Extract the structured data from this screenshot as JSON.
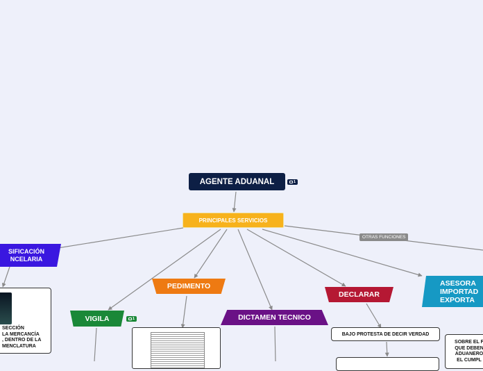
{
  "central": {
    "label": "AGENTE ADUANAL",
    "note_count": "1"
  },
  "main_topic": {
    "label": "PRINCIPALES SERVICIOS"
  },
  "relationship": {
    "label": "OTRAS FUNCIONES"
  },
  "topics": {
    "clasificacion": {
      "label_line1": "SIFICACIÓN",
      "label_line2": "NCELARIA"
    },
    "pedimento": {
      "label": "PEDIMENTO"
    },
    "vigila": {
      "label": "VIGILA",
      "note_count": "1"
    },
    "dictamen": {
      "label": "DICTAMEN TECNICO"
    },
    "declarar": {
      "label": "DECLARAR"
    },
    "asesora": {
      "label_line1": "ASESORA",
      "label_line2": "IMPORTAD",
      "label_line3": "EXPORTA"
    }
  },
  "subtopics": {
    "clasificacion_box": {
      "line1": "SECCIÓN",
      "line2": "LA MERCANCÍA",
      "line3": ", DENTRO DE LA",
      "line4": "MENCLATURA"
    },
    "declarar_box": {
      "label": "BAJO PROTESTA DE DECIR VERDAD"
    },
    "asesora_box": {
      "line1": "SOBRE EL F",
      "line2": "QUE DEBEN",
      "line3": "ADUANERO",
      "line4": "EL CUMPL"
    }
  },
  "colors": {
    "background": "#eef0fa",
    "central": "#0d1f45",
    "main_topic": "#f7b21c",
    "clasificacion": "#3a17e0",
    "pedimento": "#ee7a12",
    "vigila": "#1a8838",
    "dictamen": "#6a1186",
    "declarar": "#b51833",
    "asesora": "#1699c4",
    "connector": "#8a8a8a"
  }
}
